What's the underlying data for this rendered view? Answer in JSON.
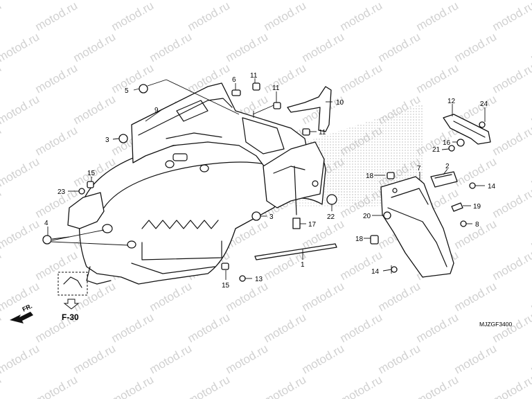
{
  "watermark": "motod.ru",
  "diagram_code": "MJZGF3400",
  "direction_label": "FR.",
  "reference_label": "F-30",
  "callouts": {
    "c1": "1",
    "c2": "2",
    "c3a": "3",
    "c3b": "3",
    "c4": "4",
    "c5": "5",
    "c6": "6",
    "c7": "7",
    "c8": "8",
    "c9": "9",
    "c10": "10",
    "c11a": "11",
    "c11b": "11",
    "c11c": "11",
    "c12": "12",
    "c13": "13",
    "c14a": "14",
    "c14b": "14",
    "c15a": "15",
    "c15b": "15",
    "c16": "16",
    "c17": "17",
    "c18a": "18",
    "c18b": "18",
    "c19": "19",
    "c20": "20",
    "c21": "21",
    "c22": "22",
    "c23": "23",
    "c24": "24"
  }
}
